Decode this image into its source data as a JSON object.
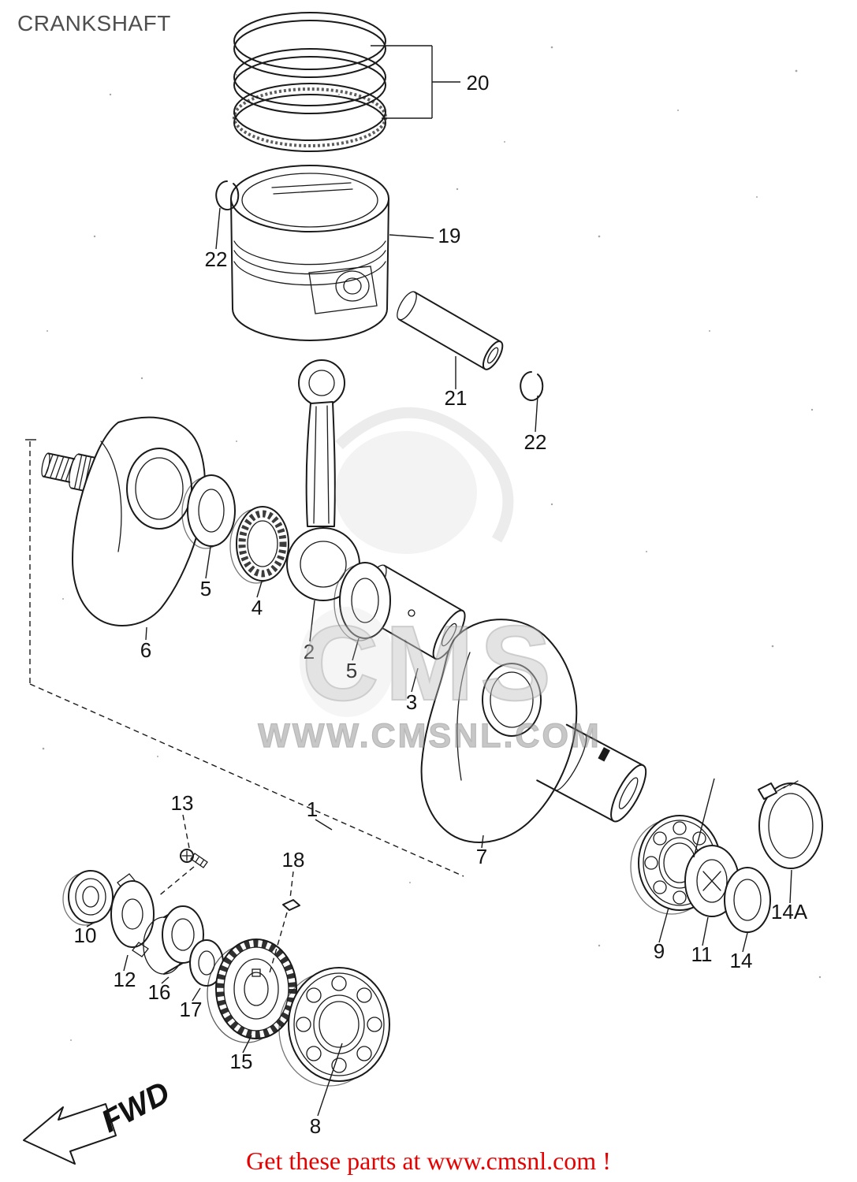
{
  "page": {
    "title": "CRANKSHAFT",
    "footer_link": "Get these parts at www.cmsnl.com !",
    "watermark_line1": "WWW.CMSNL.COM",
    "watermark_monogram": "CMS",
    "fwd_label": "FWD"
  },
  "colors": {
    "line": "#1a1a1a",
    "title_gray": "#4f4f4f",
    "footer_red": "#e60000",
    "watermark_gray": "#9a9a9a"
  },
  "diagram": {
    "labels": [
      {
        "part": "piston-rings",
        "text": "20"
      },
      {
        "part": "piston",
        "text": "19"
      },
      {
        "part": "circlip-left",
        "text": "22"
      },
      {
        "part": "piston-pin",
        "text": "21"
      },
      {
        "part": "circlip-right",
        "text": "22"
      },
      {
        "part": "washer-left",
        "text": "5"
      },
      {
        "part": "needle-bearing",
        "text": "4"
      },
      {
        "part": "connecting-rod",
        "text": "2"
      },
      {
        "part": "crank-web-left",
        "text": "6"
      },
      {
        "part": "washer-right",
        "text": "5"
      },
      {
        "part": "crank-pin",
        "text": "3"
      },
      {
        "part": "crankshaft-assembly",
        "text": "1"
      },
      {
        "part": "screw",
        "text": "13"
      },
      {
        "part": "key",
        "text": "18"
      },
      {
        "part": "crank-web-right",
        "text": "7"
      },
      {
        "part": "bearing-small",
        "text": "10"
      },
      {
        "part": "lock-plate",
        "text": "12"
      },
      {
        "part": "collar",
        "text": "16"
      },
      {
        "part": "washer-small",
        "text": "17"
      },
      {
        "part": "gear",
        "text": "15"
      },
      {
        "part": "bearing-large",
        "text": "8"
      },
      {
        "part": "bearing-right",
        "text": "9"
      },
      {
        "part": "washer-spacer",
        "text": "11"
      },
      {
        "part": "lock-washer",
        "text": "14"
      },
      {
        "part": "snap-ring",
        "text": "14A"
      }
    ]
  }
}
